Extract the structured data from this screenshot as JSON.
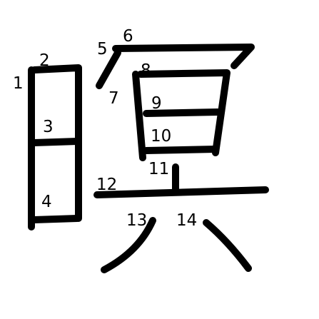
{
  "diagram": {
    "stroke_color": "#000000",
    "label_color": "#000000",
    "background": "#ffffff",
    "stroke_numbers": [
      "1",
      "2",
      "3",
      "4",
      "5",
      "6",
      "7",
      "8",
      "9",
      "10",
      "11",
      "12",
      "13",
      "14"
    ]
  }
}
